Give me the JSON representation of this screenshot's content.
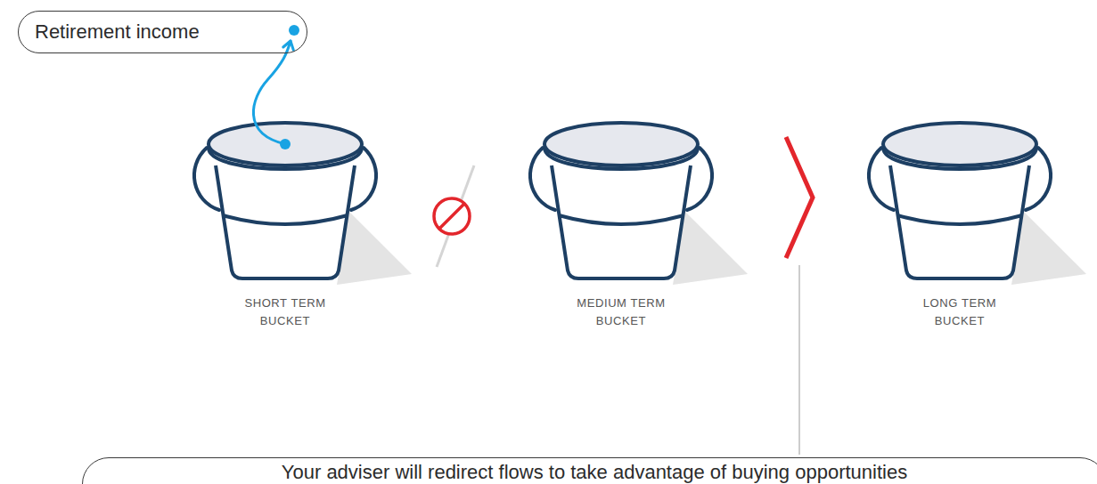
{
  "diagram": {
    "nodes": [
      {
        "text": [
          "Retirement income"
        ]
      },
      {
        "text": [
          "SHORT TERM BUCKET"
        ]
      },
      {
        "text": [
          "MEDIUM TERM BUCKET"
        ]
      },
      {
        "text": [
          "LONG TERM BUCKET"
        ]
      },
      {
        "text": [
          "Your adviser will redirect flows to take advantage of buying opportunities"
        ]
      }
    ],
    "edges": [
      {
        "from": 1,
        "to": 0,
        "arrow": "to"
      }
    ]
  }
}
